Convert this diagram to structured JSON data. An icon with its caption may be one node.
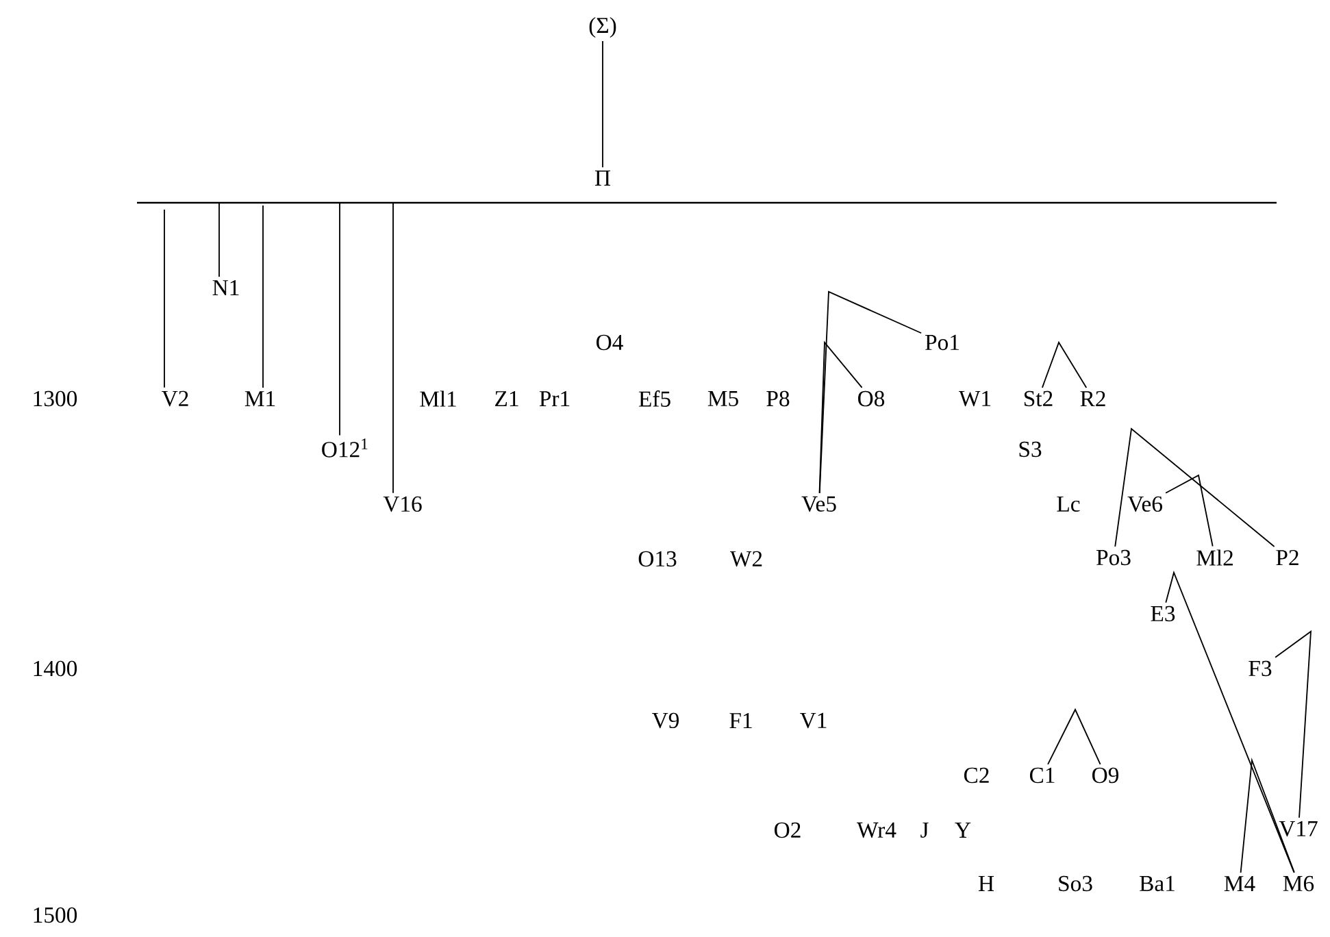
{
  "diagram": {
    "nodes": [
      {
        "text": [
          "(Σ)"
        ]
      },
      {
        "text": [
          "Π"
        ]
      },
      {
        "text": [],
        "shape": "bar"
      },
      {
        "text": [
          "N1"
        ]
      },
      {
        "text": [
          "Po1"
        ]
      },
      {
        "text": [
          "V2"
        ]
      },
      {
        "text": [
          "M1"
        ]
      },
      {
        "text": [
          "O8"
        ]
      },
      {
        "text": [
          "St2"
        ]
      },
      {
        "text": [
          "R2"
        ]
      },
      {
        "text": [
          "O12$^{1}$"
        ]
      },
      {
        "text": [
          "V16"
        ]
      },
      {
        "text": [
          "Ve5"
        ]
      },
      {
        "text": [
          "Ve6"
        ]
      },
      {
        "text": [
          "Po3"
        ]
      },
      {
        "text": [
          "Ml2"
        ]
      },
      {
        "text": [
          "P2"
        ]
      },
      {
        "text": [
          "E3"
        ]
      },
      {
        "text": [
          "F3"
        ]
      },
      {
        "text": [
          "C1"
        ]
      },
      {
        "text": [
          "O9"
        ]
      },
      {
        "text": [
          "V17"
        ]
      },
      {
        "text": [
          "M4"
        ]
      },
      {
        "text": [
          "M6"
        ]
      }
    ],
    "edges": [
      {
        "from": 0,
        "to": 1,
        "arrow": "none"
      },
      {
        "from": 2,
        "to": 5,
        "arrow": "none"
      },
      {
        "from": 2,
        "to": 3,
        "arrow": "none"
      },
      {
        "from": 2,
        "to": 6,
        "arrow": "none"
      },
      {
        "from": 2,
        "to": 10,
        "arrow": "none"
      },
      {
        "from": 2,
        "to": 11,
        "arrow": "none"
      },
      {
        "from": 4,
        "to": 12,
        "arrow": "none"
      },
      {
        "from": 7,
        "to": 12,
        "arrow": "none"
      },
      {
        "from": 8,
        "to": 9,
        "arrow": "none"
      },
      {
        "from": 14,
        "to": 16,
        "arrow": "none"
      },
      {
        "from": 13,
        "to": 15,
        "arrow": "none"
      },
      {
        "from": 17,
        "to": 23,
        "arrow": "none"
      },
      {
        "from": 22,
        "to": 23,
        "arrow": "none"
      },
      {
        "from": 18,
        "to": 21,
        "arrow": "none"
      },
      {
        "from": 19,
        "to": 20,
        "arrow": "none"
      }
    ],
    "labels": [
      "O4",
      "1300",
      "Ml1",
      "Z1",
      "Pr1",
      "Ef5",
      "M5",
      "P8",
      "W1",
      "S3",
      "Lc",
      "O13",
      "W2",
      "1400",
      "V9",
      "F1",
      "V1",
      "C2",
      "O2",
      "Wr4",
      "J",
      "Y",
      "H",
      "So3",
      "Ba1",
      "1500"
    ]
  }
}
